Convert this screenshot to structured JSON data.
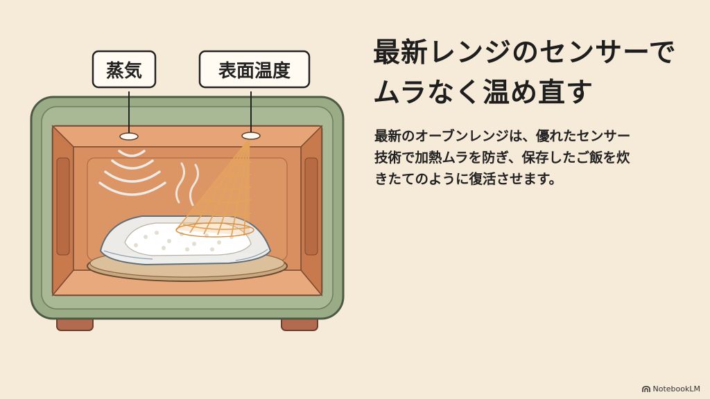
{
  "title": {
    "line1": "最新レンジのセンサーで",
    "line2": "ムラなく温め直す"
  },
  "body": {
    "line1": "最新のオーブンレンジは、優れたセンサー",
    "line2": "技術で加熱ムラを防ぎ、保存したご飯を炊",
    "line3": "きたてのように復活させます。"
  },
  "labels": {
    "steam": "蒸気",
    "surface_temp": "表面温度"
  },
  "watermark": "NotebookLM",
  "colors": {
    "background": "#f6ead9",
    "oven_body": "#9aac86",
    "oven_interior": "#d88e5c",
    "sensor_beam": "#e3a45a"
  }
}
